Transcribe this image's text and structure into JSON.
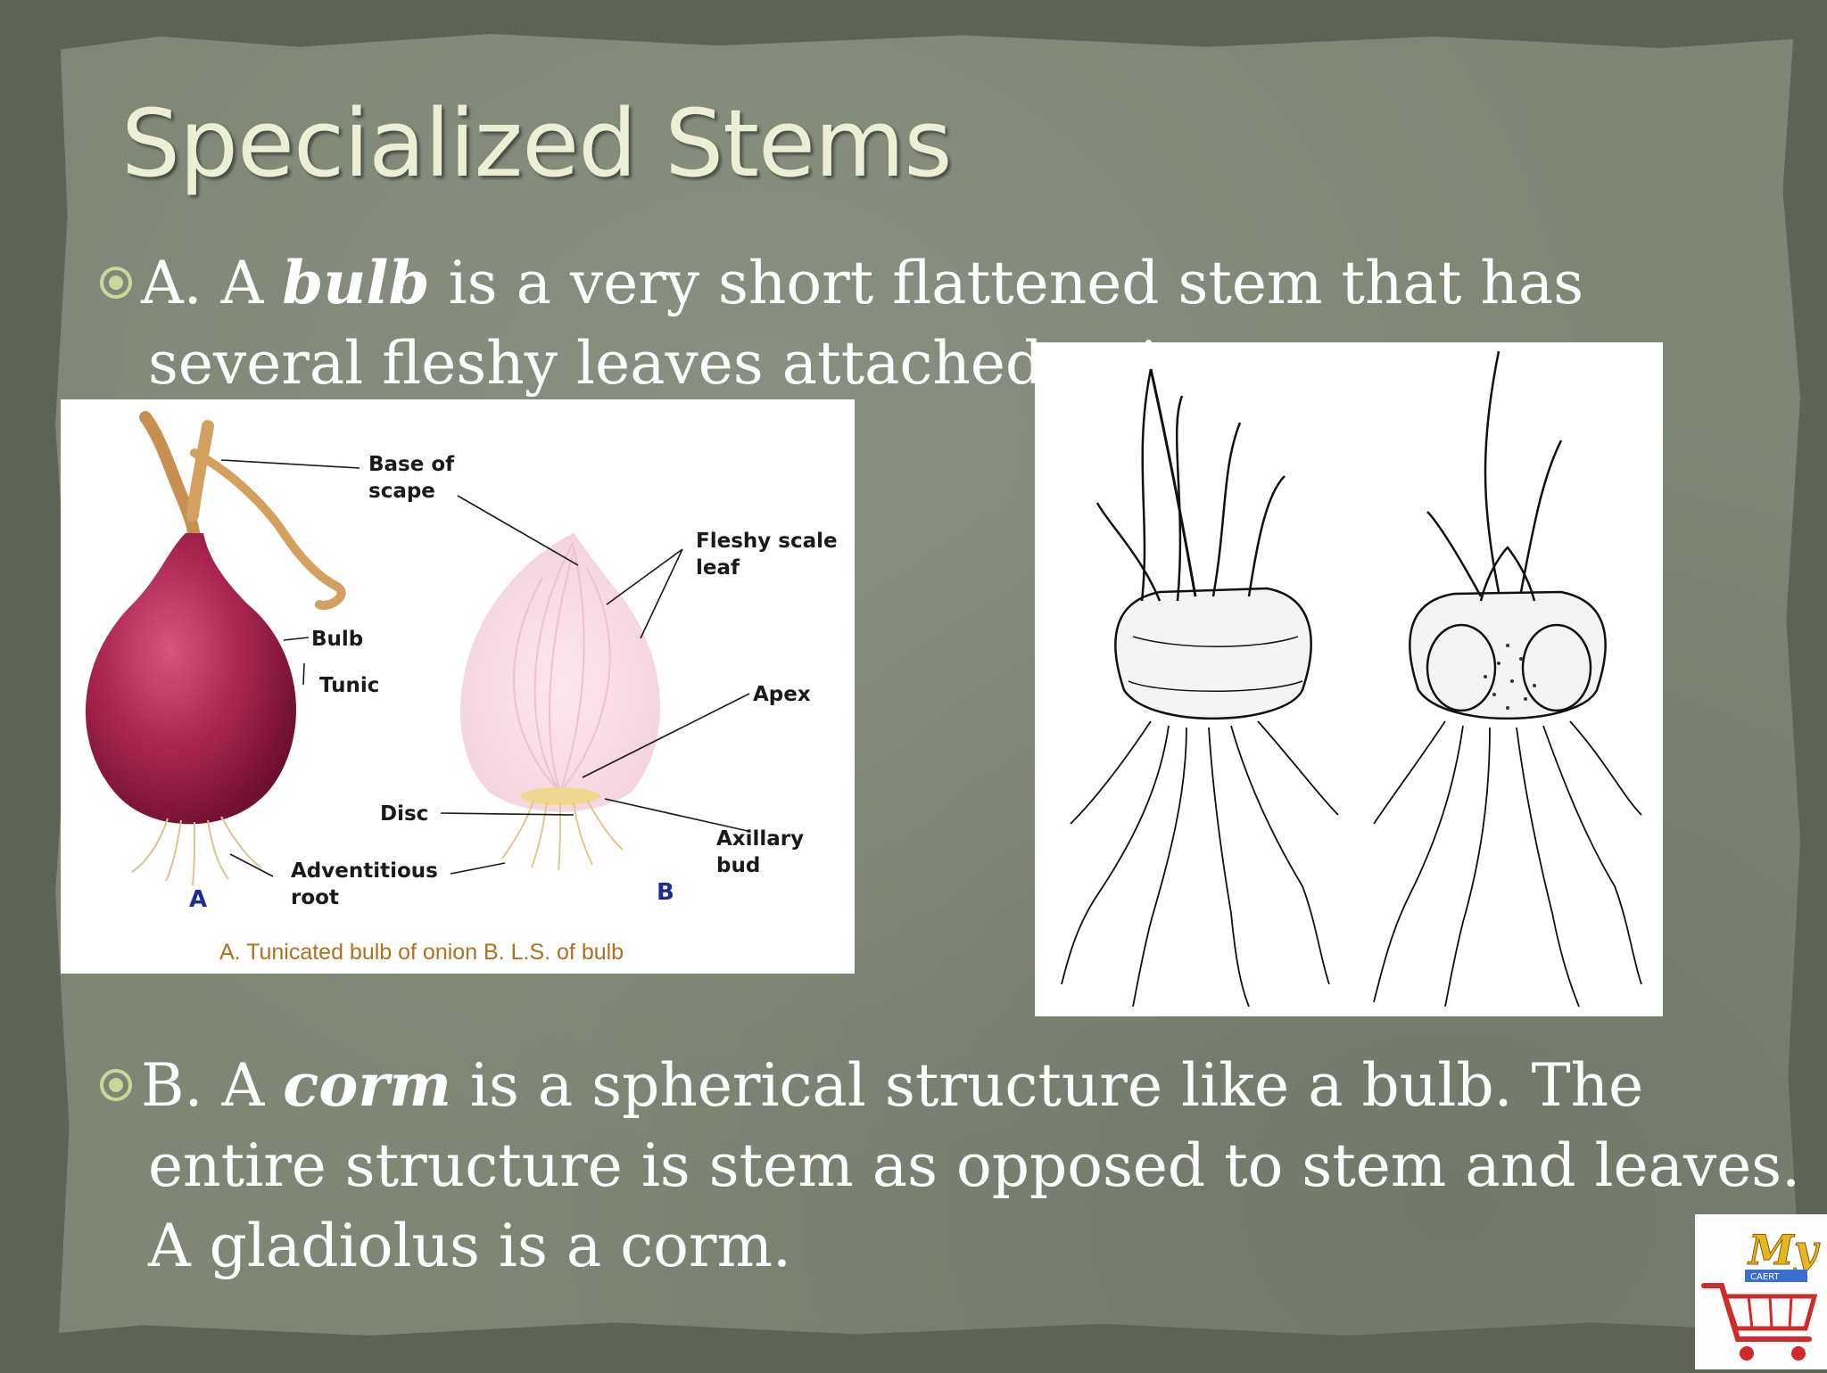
{
  "slide": {
    "title": "Specialized Stems",
    "bullet_a": {
      "prefix": "A. A ",
      "term": "bulb",
      "rest_line1": " is a very short flattened stem that has",
      "line2": "several fleshy leaves attached to it."
    },
    "bullet_b": {
      "prefix": "B. A ",
      "term": "corm",
      "rest_line1": " is a spherical structure like a bulb. The",
      "line2": "entire structure is stem as opposed to stem and leaves.",
      "line3": "A gladiolus is a corm."
    }
  },
  "onion_figure": {
    "labels": {
      "base_of_scape_1": "Base of",
      "base_of_scape_2": "scape",
      "fleshy_scale_1": "Fleshy scale",
      "fleshy_scale_2": "leaf",
      "bulb": "Bulb",
      "tunic": "Tunic",
      "apex": "Apex",
      "disc": "Disc",
      "adventitious_1": "Adventitious",
      "adventitious_2": "root",
      "axillary_1": "Axillary",
      "axillary_2": "bud",
      "letter_a": "A",
      "letter_b": "B"
    },
    "caption": "A. Tunicated bulb of onion   B. L.S. of bulb"
  },
  "logo": {
    "text_my": "My",
    "text_caert": "CAERT"
  },
  "colors": {
    "background": "#5e6355",
    "paper": "#7f8676",
    "title": "#ecefd6",
    "body_text": "#ffffff",
    "bullet_accent": "#c9d89a",
    "onion": "#a8244e",
    "caption": "#b07020"
  }
}
